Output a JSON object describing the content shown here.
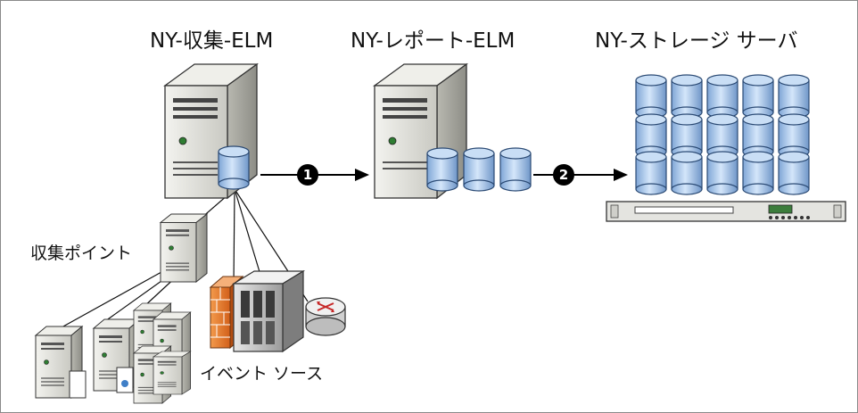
{
  "labels": {
    "collector": "NY-収集-ELM",
    "report": "NY-レポート-ELM",
    "storage": "NY-ストレージ サーバ",
    "collection_point": "収集ポイント",
    "event_source": "イベント ソース"
  },
  "steps": {
    "step1": "1",
    "step2": "2"
  },
  "colors": {
    "disk_blue": "#a8c8ec",
    "server_gray": "#d9d9d4",
    "firewall_orange": "#e87a2a",
    "arrow": "#000000"
  },
  "icons": [
    "server-icon",
    "database-icon",
    "storage-array-icon",
    "rack-device-icon",
    "firewall-icon",
    "switch-icon",
    "router-icon",
    "workstation-icon"
  ]
}
